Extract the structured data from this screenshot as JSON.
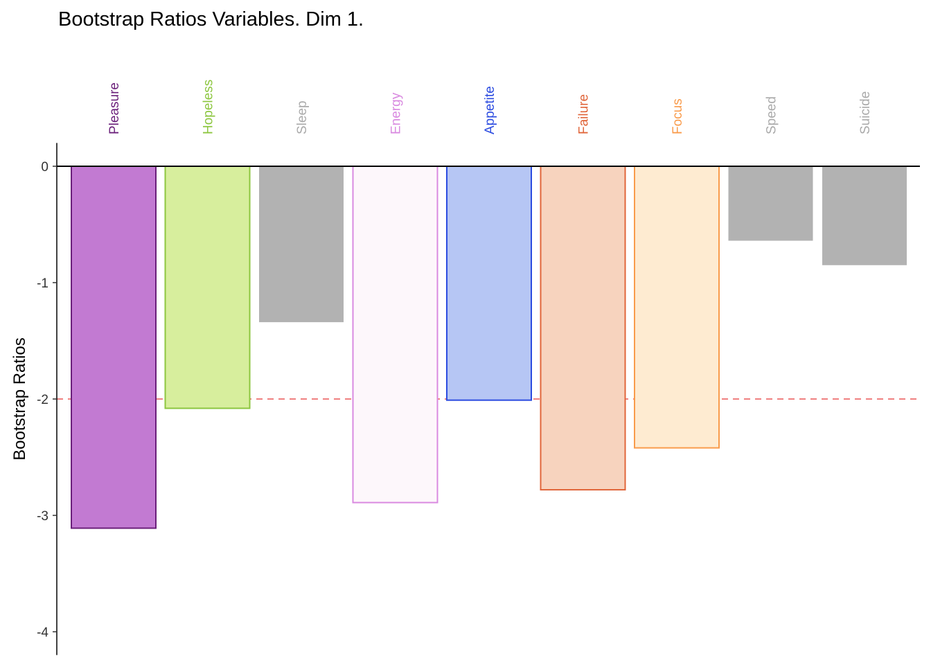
{
  "chart_data": {
    "type": "bar",
    "title": "Bootstrap Ratios Variables. Dim 1.",
    "xlabel": "",
    "ylabel": "Bootstrap Ratios",
    "ylim": [
      -4.2,
      0.2
    ],
    "yticks": [
      0,
      -1,
      -2,
      -3,
      -4
    ],
    "ytick_labels": [
      "0",
      "-1",
      "-2",
      "-3",
      "-4"
    ],
    "threshold": -2,
    "threshold_color": "#f08080",
    "grid": false,
    "legend": "none",
    "categories": [
      "Pleasure",
      "Hopeless",
      "Sleep",
      "Energy",
      "Appetite",
      "Failure",
      "Focus",
      "Speed",
      "Suicide"
    ],
    "values": [
      -3.11,
      -2.08,
      -1.34,
      -2.89,
      -2.01,
      -2.78,
      -2.42,
      -0.64,
      -0.85
    ],
    "fill_colors": [
      "#c27ad2",
      "#d7ee9d",
      "#b2b2b2",
      "#fdf7fb",
      "#b6c6f4",
      "#f7d3be",
      "#feebd1",
      "#b2b2b2",
      "#b2b2b2"
    ],
    "border_colors": [
      "#6a1f7a",
      "#8cc63f",
      "none",
      "#d98ae0",
      "#2b4be0",
      "#e0653a",
      "#f99b4b",
      "none",
      "none"
    ],
    "label_colors": [
      "#6a1f7a",
      "#8cc63f",
      "#aaaaaa",
      "#d98ae0",
      "#2b4be0",
      "#e0653a",
      "#f99b4b",
      "#aaaaaa",
      "#aaaaaa"
    ]
  }
}
